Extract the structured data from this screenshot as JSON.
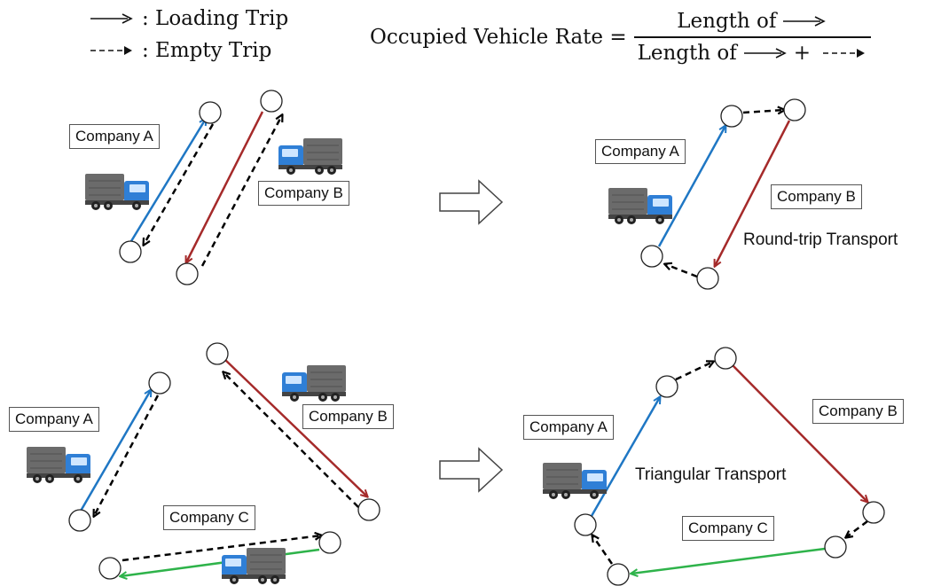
{
  "legend": {
    "loading_trip": ": Loading Trip",
    "empty_trip": ": Empty Trip"
  },
  "formula": {
    "lhs": "Occupied Vehicle Rate =",
    "numerator": "Length of",
    "denominator_prefix": "Length of",
    "plus": "+"
  },
  "labels": {
    "top_left_company_a": "Company A",
    "top_left_company_b": "Company B",
    "top_right_company_a": "Company A",
    "top_right_company_b": "Company B",
    "round_trip": "Round-trip Transport",
    "bottom_left_company_a": "Company A",
    "bottom_left_company_b": "Company B",
    "bottom_left_company_c": "Company C",
    "bottom_right_company_a": "Company A",
    "bottom_right_company_b": "Company B",
    "bottom_right_company_c": "Company C",
    "triangular": "Triangular Transport"
  },
  "colors": {
    "company_a": "#1f77c4",
    "company_b": "#a52a2a",
    "company_c": "#2eb34a",
    "empty_trip": "#000000",
    "truck_box": "#6b6b6b",
    "truck_cab": "#2f7fd6"
  }
}
